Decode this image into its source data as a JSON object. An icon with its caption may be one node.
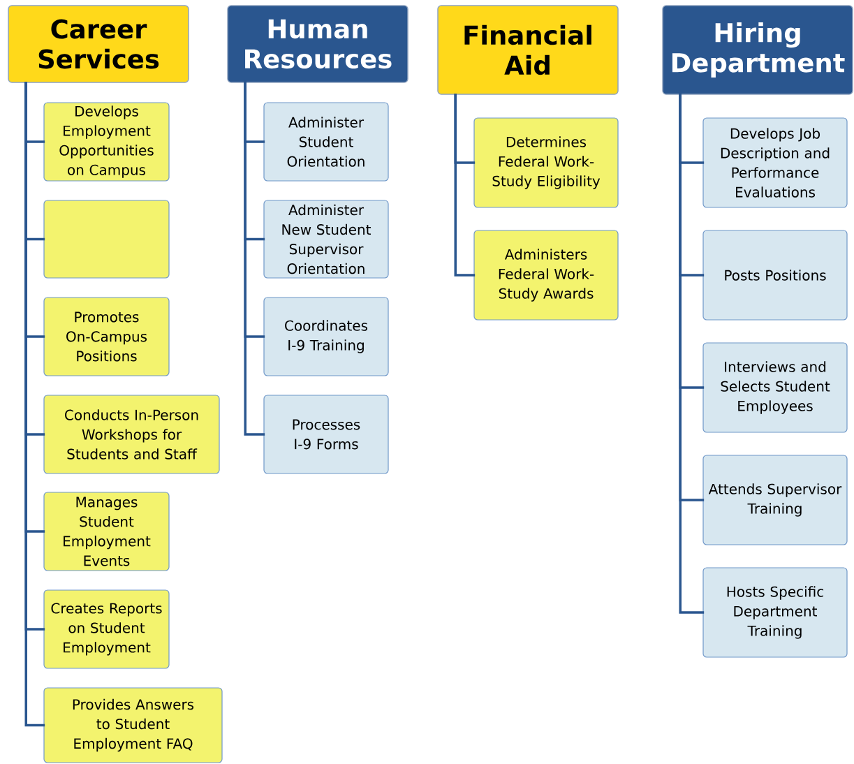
{
  "diagram": {
    "nodes": [
      {
        "text": [
          "Career Services"
        ]
      },
      {
        "text": [
          "Develops Employment Opportunities on Campus"
        ]
      },
      {
        "text": [],
        "shape": "box"
      },
      {
        "text": [
          "Promotes On-Campus Positions"
        ]
      },
      {
        "text": [
          "Conducts In-Person Workshops for Students and Staff"
        ]
      },
      {
        "text": [
          "Manages Student Employment Events"
        ]
      },
      {
        "text": [
          "Creates Reports on Student Employment"
        ]
      },
      {
        "text": [
          "Provides Answers to Student Employment FAQ"
        ]
      },
      {
        "text": [
          "Human Resources"
        ]
      },
      {
        "text": [
          "Administer Student Orientation"
        ]
      },
      {
        "text": [
          "Administer New Student Supervisor Orientation"
        ]
      },
      {
        "text": [
          "Coordinates I-9 Training"
        ]
      },
      {
        "text": [
          "Processes I-9 Forms"
        ]
      },
      {
        "text": [
          "Financial Aid"
        ]
      },
      {
        "text": [
          "Determines Federal Work-Study Eligibility"
        ]
      },
      {
        "text": [
          "Administers Federal Work-Study Awards"
        ]
      },
      {
        "text": [
          "Hiring Department"
        ]
      },
      {
        "text": [
          "Develops Job Description and Performance Evaluations"
        ]
      },
      {
        "text": [
          "Posts Positions"
        ]
      },
      {
        "text": [
          "Interviews and Selects Student Employees"
        ]
      },
      {
        "text": [
          "Attends Supervisor Training"
        ]
      },
      {
        "text": [
          "Hosts Specific Department Training"
        ]
      }
    ],
    "edges": [
      {
        "from": 0,
        "to": 1,
        "arrow": "none"
      },
      {
        "from": 0,
        "to": 2,
        "arrow": "none"
      },
      {
        "from": 0,
        "to": 3,
        "arrow": "none"
      },
      {
        "from": 0,
        "to": 4,
        "arrow": "none"
      },
      {
        "from": 0,
        "to": 5,
        "arrow": "none"
      },
      {
        "from": 0,
        "to": 6,
        "arrow": "none"
      },
      {
        "from": 0,
        "to": 7,
        "arrow": "none"
      },
      {
        "from": 8,
        "to": 9,
        "arrow": "none"
      },
      {
        "from": 8,
        "to": 10,
        "arrow": "none"
      },
      {
        "from": 8,
        "to": 11,
        "arrow": "none"
      },
      {
        "from": 8,
        "to": 12,
        "arrow": "none"
      },
      {
        "from": 13,
        "to": 14,
        "arrow": "none"
      },
      {
        "from": 13,
        "to": 15,
        "arrow": "none"
      },
      {
        "from": 16,
        "to": 17,
        "arrow": "none"
      },
      {
        "from": 16,
        "to": 18,
        "arrow": "none"
      },
      {
        "from": 16,
        "to": 19,
        "arrow": "none"
      },
      {
        "from": 16,
        "to": 20,
        "arrow": "none"
      },
      {
        "from": 16,
        "to": 21,
        "arrow": "none"
      }
    ]
  }
}
